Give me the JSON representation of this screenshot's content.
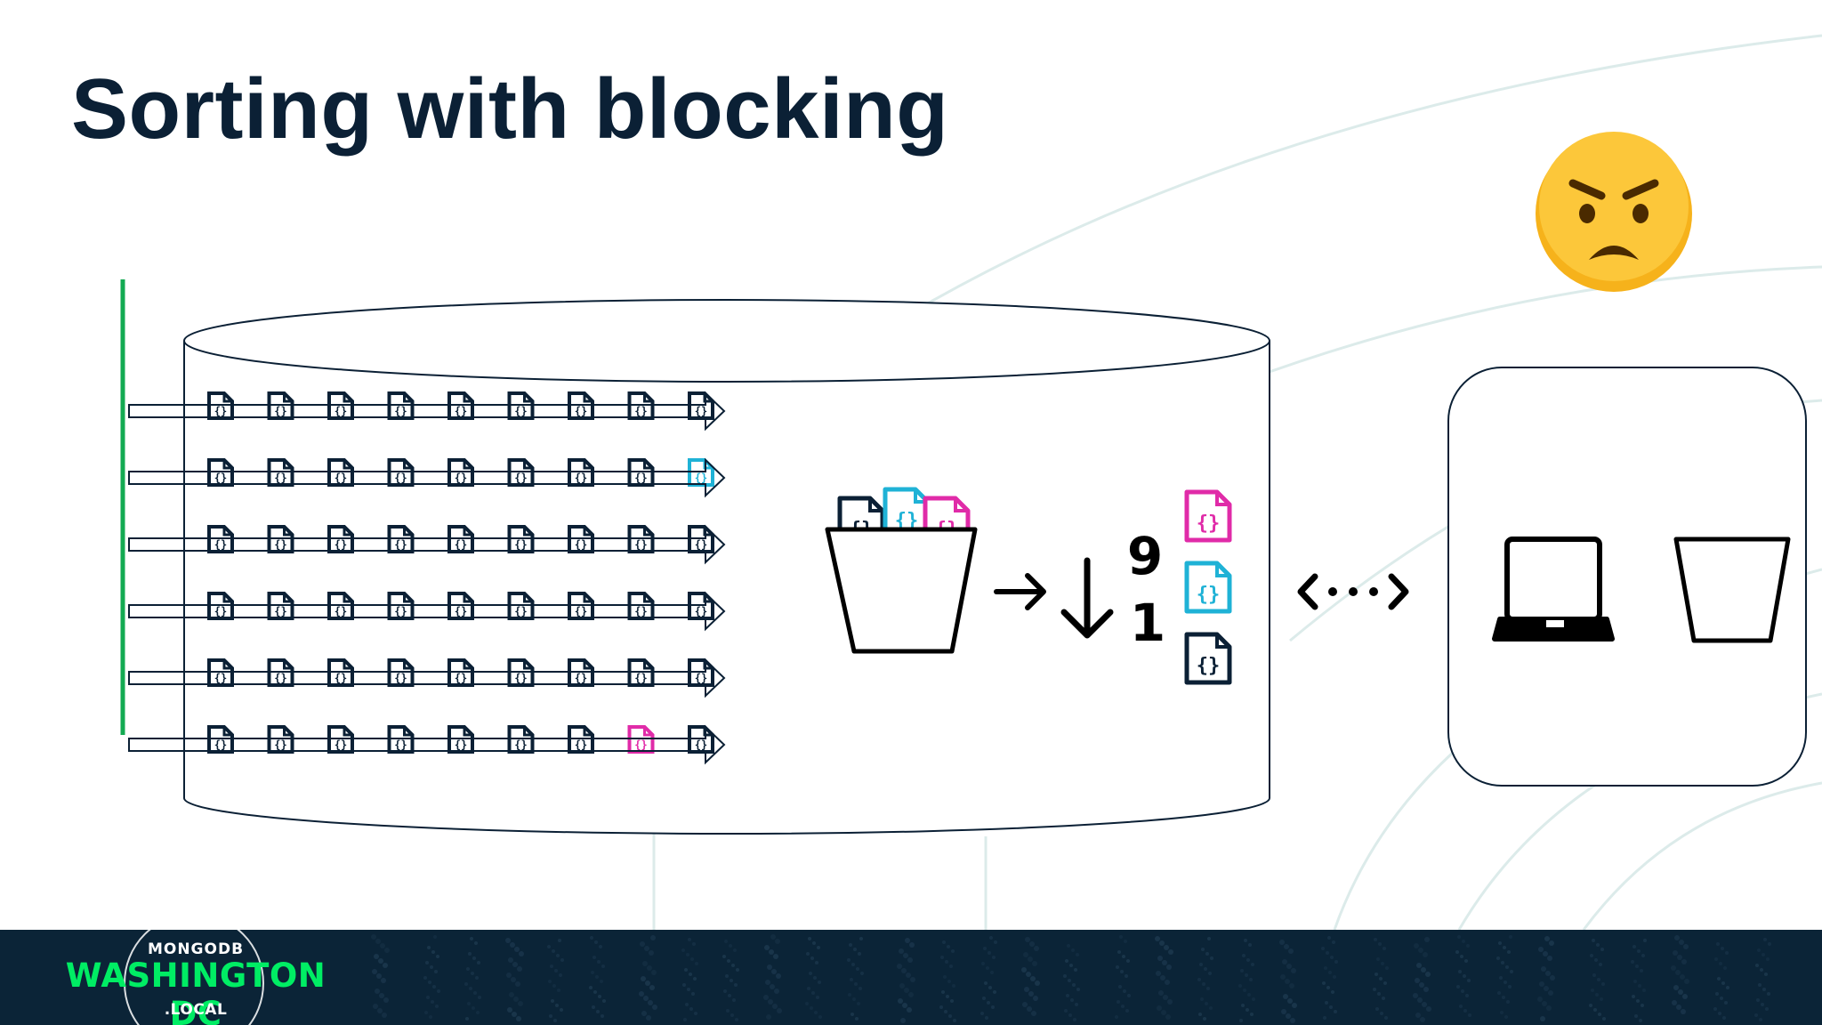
{
  "slide": {
    "title": "Sorting with blocking"
  },
  "sort_order": {
    "top_digit": "9",
    "bottom_digit": "1"
  },
  "reaction_emoji": "😠",
  "event_logo": {
    "top": "MONGODB",
    "main": "WASHINGTON DC",
    "bottom": ".LOCAL"
  },
  "colors": {
    "title": "#0b2035",
    "ink": "#0b2035",
    "cyan": "#1fb2d6",
    "magenta": "#e02ba8",
    "green_line": "#13aa52",
    "footer_bg": "#0b2437",
    "brand_green": "#00ed64"
  },
  "document_grid": {
    "rows": 6,
    "docs_per_row": 9,
    "highlighted_docs": [
      {
        "row": 1,
        "col": 8,
        "color": "cyan"
      },
      {
        "row": 5,
        "col": 7,
        "color": "magenta"
      }
    ]
  },
  "sorted_docs": [
    "magenta",
    "cyan",
    "ink"
  ],
  "icons": [
    "document-icon",
    "bucket-icon",
    "right-arrow-icon",
    "down-arrow-icon",
    "bidirectional-arrow-icon",
    "laptop-icon",
    "angry-face-icon"
  ]
}
